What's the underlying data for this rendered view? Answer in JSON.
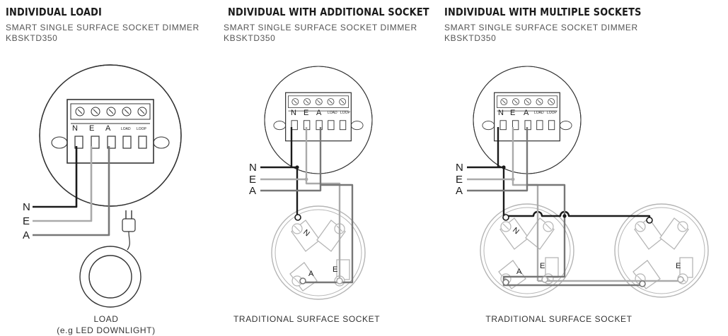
{
  "panels": [
    {
      "title": "INDIVIDUAL LOADI",
      "subtitle": "SMART SINGLE SURFACE SOCKET DIMMER",
      "model": "KBSKTD350",
      "caption": "LOAD",
      "caption2": "(e.g LED DOWNLIGHT)"
    },
    {
      "title": "NDIVIDUAL WITH ADDITIONAL SOCKET",
      "subtitle": "SMART SINGLE SURFACE SOCKET DIMMER",
      "model": "KBSKTD350",
      "caption": "TRADITIONAL SURFACE SOCKET"
    },
    {
      "title": "INDIVIDUAL WITH MULTIPLE SOCKETS",
      "subtitle": "SMART SINGLE SURFACE SOCKET DIMMER",
      "model": "KBSKTD350",
      "caption": "TRADITIONAL SURFACE SOCKET"
    }
  ],
  "terminals": {
    "n": "N",
    "e": "E",
    "a": "A",
    "load": "LOAD",
    "loop": "LOOP"
  },
  "wires": {
    "n": "N",
    "e": "E",
    "a": "A"
  },
  "socket_terminals": {
    "n": "N",
    "e": "E",
    "a": "A"
  },
  "colors": {
    "neutral": "#1a1a1a",
    "earth": "#aaaaaa",
    "active": "#777777",
    "outline": "#b5b5b5"
  }
}
